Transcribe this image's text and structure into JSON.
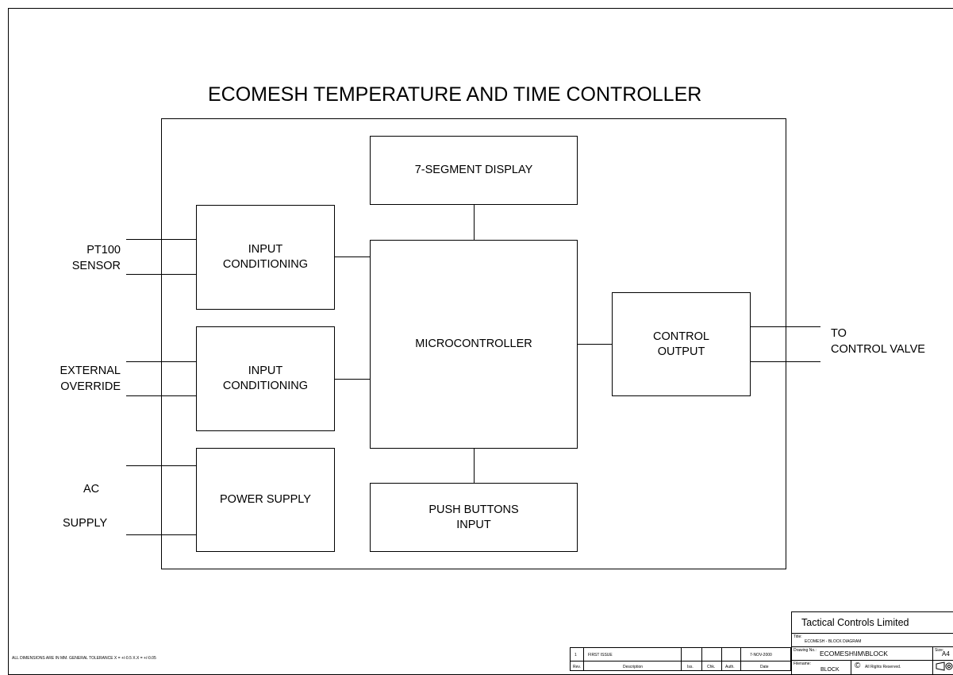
{
  "title": "ECOMESH TEMPERATURE AND TIME CONTROLLER",
  "blocks": {
    "display": "7-SEGMENT DISPLAY",
    "input_cond_1": "INPUT\nCONDITIONING",
    "input_cond_2": "INPUT\nCONDITIONING",
    "microcontroller": "MICROCONTROLLER",
    "control_output": "CONTROL\nOUTPUT",
    "power_supply": "POWER SUPPLY",
    "push_buttons": "PUSH BUTTONS\nINPUT"
  },
  "signals": {
    "pt100": "PT100\nSENSOR",
    "external_override": "EXTERNAL\nOVERRIDE",
    "ac": "AC",
    "supply": "SUPPLY",
    "to_control_valve": "TO\nCONTROL VALVE"
  },
  "footer_note": "ALL DIMENSIONS ARE IN MM.  GENERAL TOLERANCE  X = +/-0.5  X.X = +/-0.05",
  "title_block": {
    "company": "Tactical Controls Limited",
    "title_label": "Title:",
    "title_value": "ECOMESH - BLOCK DIAGRAM",
    "drawing_no_label": "Drawing No.:",
    "drawing_no_value": "ECOMESH\\IM\\BLOCK",
    "size_label": "Size:",
    "size_value": "A4",
    "filename_label": "Filename:",
    "filename_value": "BLOCK",
    "rights": "All Rights Reserved.",
    "revision": {
      "rev": "1",
      "description": "FIRST ISSUE",
      "date": "7-NOV-2000"
    },
    "headers": {
      "rev": "Rev.",
      "description": "Description",
      "iss": "Iss.",
      "chk": "Chk.",
      "auth": "Auth.",
      "date": "Date"
    }
  }
}
